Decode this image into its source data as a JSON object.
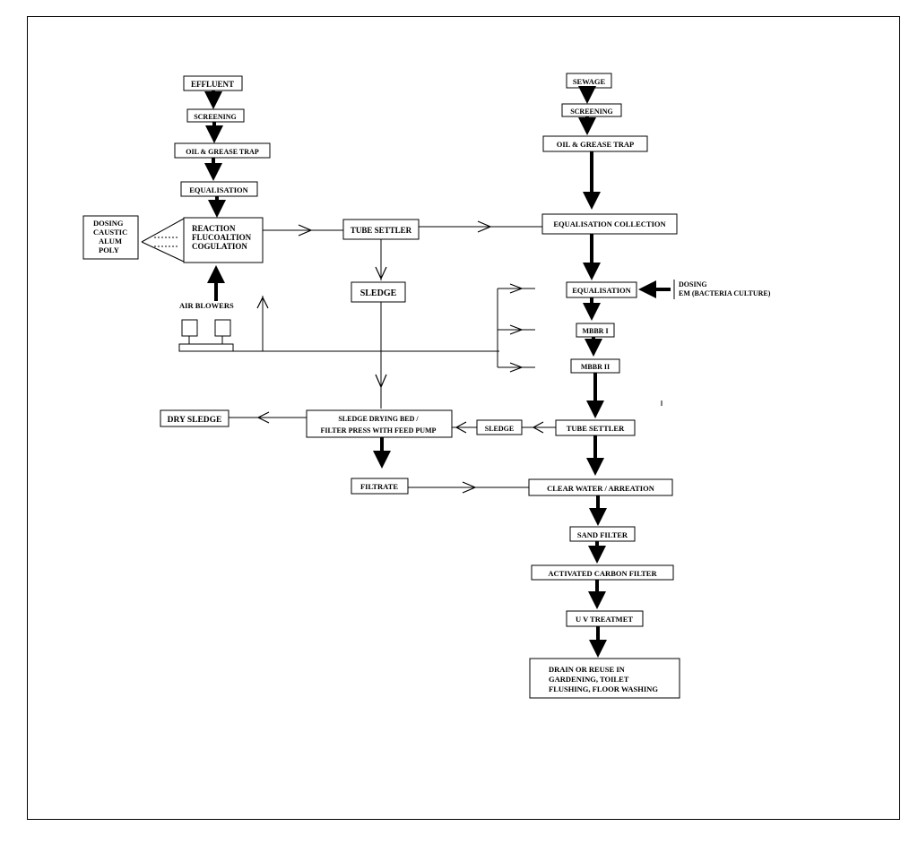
{
  "diagram": {
    "left_chain": {
      "effluent": "EFFLUENT",
      "screening": "SCREENING",
      "oil_grease": "OIL & GREASE TRAP",
      "equalisation": "EQUALISATION",
      "reaction": [
        "REACTION",
        "FLUCOALTION",
        "COGULATION"
      ],
      "dosing": [
        "DOSING",
        "CAUSTIC",
        "ALUM",
        "POLY"
      ],
      "air_blowers": "AIR BLOWERS"
    },
    "middle_chain": {
      "tube_settler": "TUBE SETTLER",
      "sledge": "SLEDGE",
      "sledge_drying": [
        "SLEDGE DRYING BED /",
        "FILTER PRESS WITH FEED PUMP"
      ],
      "dry_sledge": "DRY SLEDGE",
      "filtrate": "FILTRATE",
      "sledge_small": "SLEDGE"
    },
    "right_chain": {
      "sewage": "SEWAGE",
      "screening": "SCREENING",
      "oil_grease": "OIL & GREASE TRAP",
      "equalisation_collection": "EQUALISATION COLLECTION",
      "equalisation": "EQUALISATION",
      "dosing_em": [
        "DOSING",
        "EM (BACTERIA CULTURE)"
      ],
      "mbbr1": "MBBR I",
      "mbbr2": "MBBR II",
      "tube_settler": "TUBE SETTLER",
      "clear_water": "CLEAR WATER / ARREATION",
      "sand_filter": "SAND FILTER",
      "carbon_filter": "ACTIVATED CARBON FILTER",
      "uv": "U V TREATMET",
      "drain": [
        "DRAIN OR REUSE IN",
        "GARDENING, TOILET",
        "FLUSHING, FLOOR WASHING"
      ]
    }
  }
}
